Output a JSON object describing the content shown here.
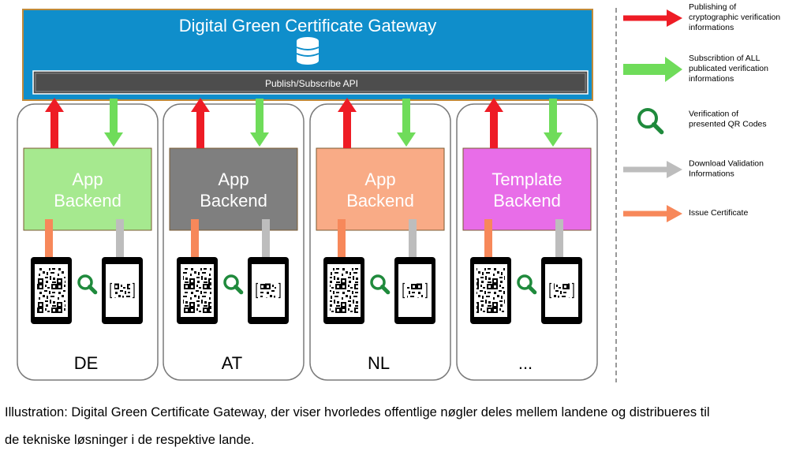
{
  "gateway": {
    "title": "Digital Green Certificate Gateway",
    "api_label": "Publish/Subscribe API"
  },
  "countries": [
    {
      "code": "DE",
      "backend_line1": "App",
      "backend_line2": "Backend",
      "backend_color": "#a6e98f",
      "backend_text_color": "#ffffff"
    },
    {
      "code": "AT",
      "backend_line1": "App",
      "backend_line2": "Backend",
      "backend_color": "#7f7f7f",
      "backend_text_color": "#ffffff"
    },
    {
      "code": "NL",
      "backend_line1": "App",
      "backend_line2": "Backend",
      "backend_color": "#f9ab86",
      "backend_text_color": "#ffffff"
    },
    {
      "code": "...",
      "backend_line1": "Template",
      "backend_line2": "Backend",
      "backend_color": "#e86de8",
      "backend_text_color": "#ffffff"
    }
  ],
  "legend": [
    {
      "icon": "red-arrow-icon",
      "line1": "Publishing of",
      "line2": "cryptographic verification",
      "line3": "informations"
    },
    {
      "icon": "green-arrow-icon",
      "line1": "Subscribtion of ALL",
      "line2": "publicated verification",
      "line3": "informations"
    },
    {
      "icon": "magnifier-icon",
      "line1": "Verification of",
      "line2": "presented QR Codes",
      "line3": ""
    },
    {
      "icon": "gray-arrow-icon",
      "line1": "Download Validation",
      "line2": "Informations",
      "line3": ""
    },
    {
      "icon": "orange-arrow-icon",
      "line1": "Issue Certificate",
      "line2": "",
      "line3": ""
    }
  ],
  "colors": {
    "gateway_blue": "#0f8ecb",
    "gateway_border": "#c08a3a",
    "api_bar": "#4d4d4d",
    "publish_red": "#ee1c25",
    "subscribe_green": "#6fdc5a",
    "download_gray": "#bdbdbd",
    "issue_orange": "#f7885a",
    "magnifier_green": "#1f8a3c"
  },
  "caption": {
    "line1": "Illustration: Digital Green Certificate Gateway, der viser hvorledes offentlige nøgler deles mellem landene og distribueres til",
    "line2": "de tekniske løsninger i de respektive lande."
  }
}
